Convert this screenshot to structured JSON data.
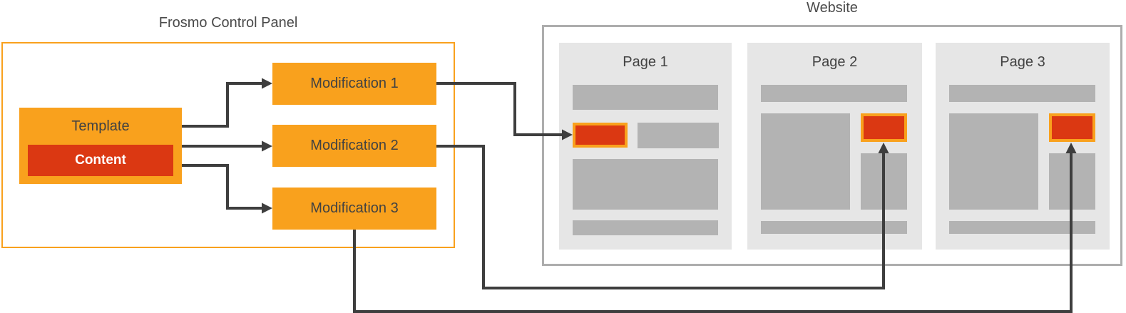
{
  "diagram": {
    "control_panel": {
      "title": "Frosmo Control Panel",
      "template": {
        "label": "Template",
        "content": {
          "label": "Content"
        }
      },
      "modifications": [
        {
          "label": "Modification 1"
        },
        {
          "label": "Modification 2"
        },
        {
          "label": "Modification 3"
        }
      ]
    },
    "website": {
      "title": "Website",
      "pages": [
        {
          "label": "Page 1"
        },
        {
          "label": "Page 2"
        },
        {
          "label": "Page 3"
        }
      ]
    },
    "connections": [
      "template-to-modification-1",
      "template-to-modification-2",
      "template-to-modification-3",
      "modification-1-to-page-1",
      "modification-2-to-page-2",
      "modification-3-to-page-3"
    ]
  },
  "colors": {
    "orange": "#F9A11D",
    "red": "#DB3812",
    "arrow": "#3E3E3E",
    "label": "#4A4A4A",
    "page_bg": "#E6E6E6",
    "placeholder": "#B3B3B3",
    "website_border": "#ADADAD",
    "content_text": "#FFFFFF"
  }
}
